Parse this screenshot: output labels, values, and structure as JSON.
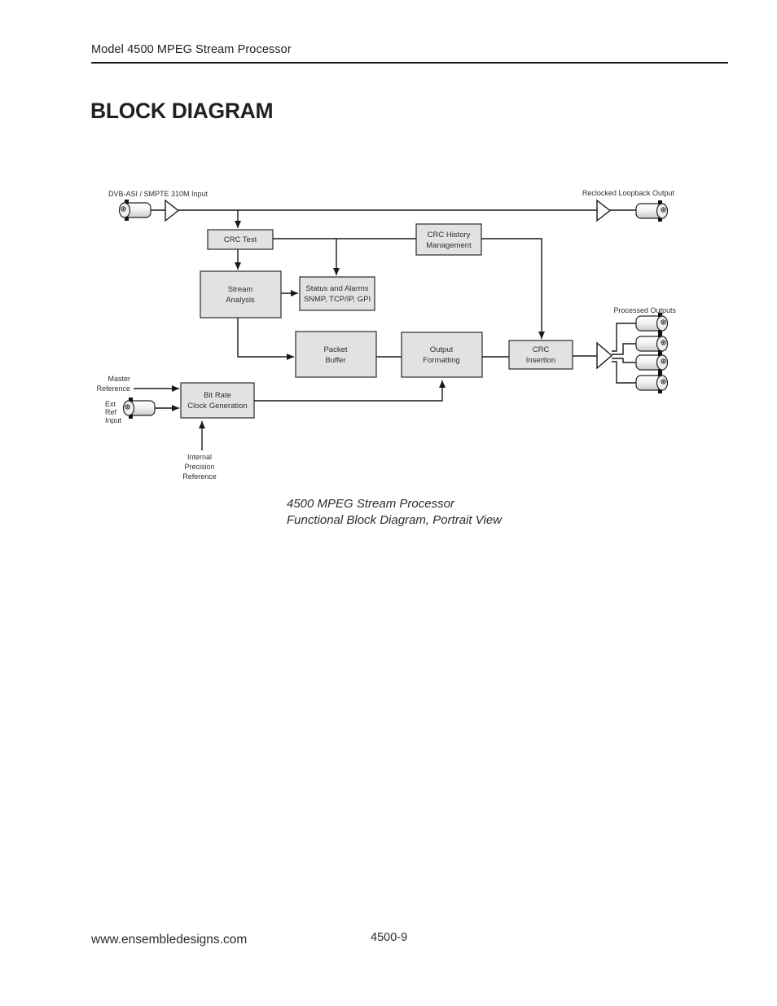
{
  "page": {
    "header_title": "Model 4500 MPEG Stream Processor",
    "heading": "BLOCK DIAGRAM",
    "footer_url": "www.ensembledesigns.com",
    "footer_page": "4500-9"
  },
  "diagram": {
    "io_labels": {
      "input": "DVB-ASI / SMPTE 310M Input",
      "loopback_output": "Reclocked Loopback Output",
      "processed_outputs": "Processed Outputs"
    },
    "ref_labels": {
      "master_1": "Master",
      "master_2": "Reference",
      "ext_1": "Ext",
      "ext_2": "Ref",
      "ext_3": "Input",
      "internal_1": "Internal",
      "internal_2": "Precision",
      "internal_3": "Reference"
    },
    "blocks": {
      "crc_test": {
        "l1": "CRC Test"
      },
      "crc_history": {
        "l1": "CRC History",
        "l2": "Management"
      },
      "stream_analysis": {
        "l1": "Stream",
        "l2": "Analysis"
      },
      "status_alarms": {
        "l1": "Status and Alarms",
        "l2": "SNMP, TCP/IP, GPI"
      },
      "packet_buffer": {
        "l1": "Packet",
        "l2": "Buffer"
      },
      "output_formatting": {
        "l1": "Output",
        "l2": "Formatting"
      },
      "crc_insertion": {
        "l1": "CRC",
        "l2": "Insertion"
      },
      "bit_rate_clock": {
        "l1": "Bit Rate",
        "l2": "Clock Generation"
      }
    },
    "caption_1": "4500 MPEG Stream Processor",
    "caption_2": "Functional Block Diagram, Portrait View"
  },
  "colors": {
    "block_fill": "#e2e2e2",
    "block_stroke": "#2a2a2a",
    "line": "#1a1a1a",
    "heading": "#231f20"
  }
}
